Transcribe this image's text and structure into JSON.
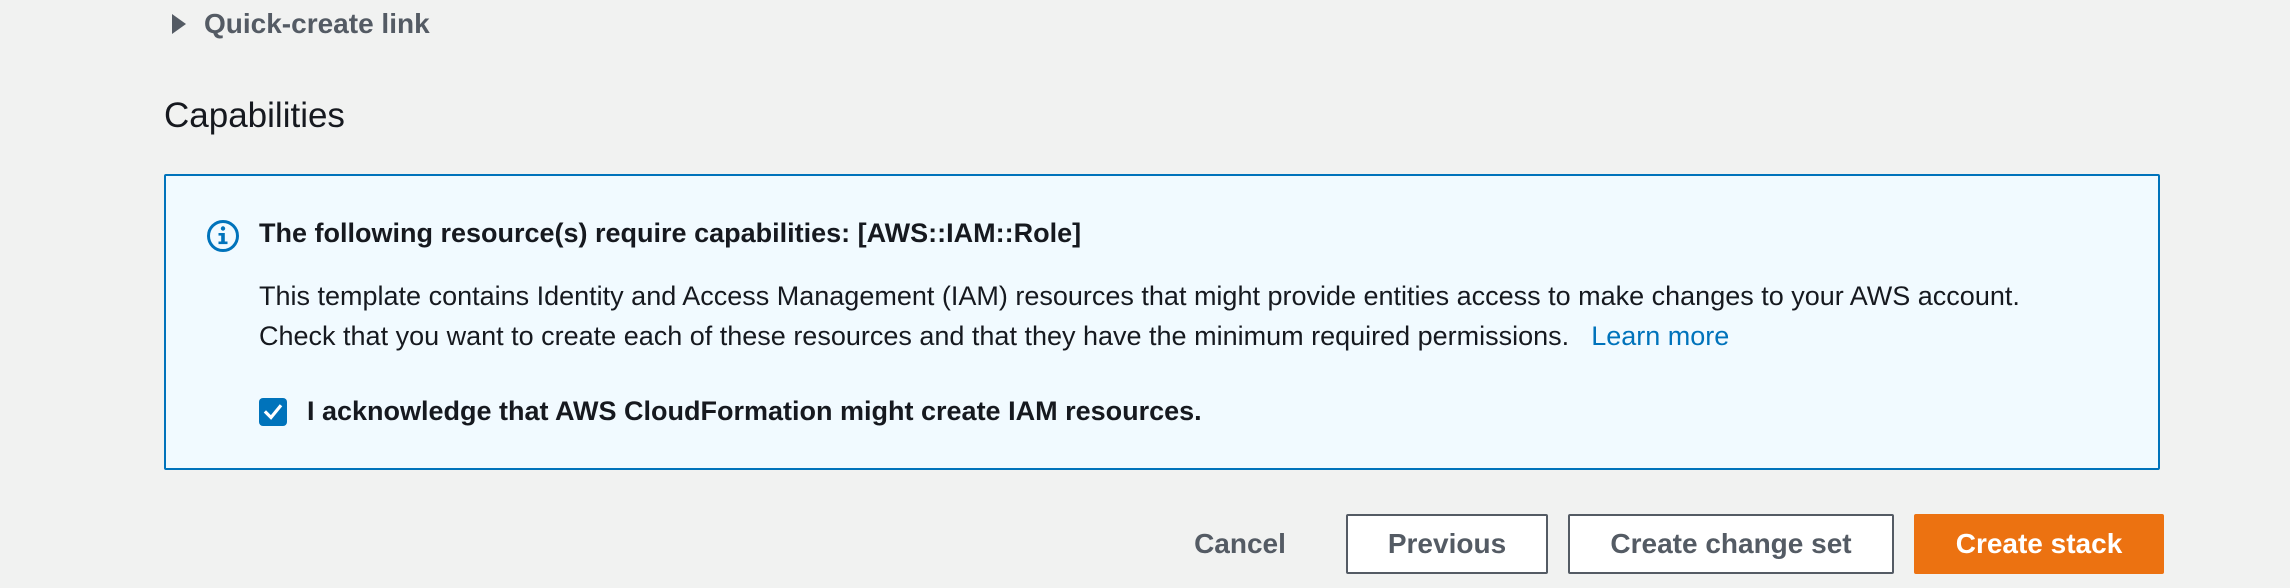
{
  "quick_create": {
    "label": "Quick-create link",
    "icon": "caret-right-icon"
  },
  "capabilities": {
    "title": "Capabilities",
    "alert": {
      "icon": "info-icon",
      "heading": "The following resource(s) require capabilities: [AWS::IAM::Role]",
      "line1": "This template contains Identity and Access Management (IAM) resources that might provide entities access to make changes to your AWS account.",
      "line2": "Check that you want to create each of these resources and that they have the minimum required permissions.",
      "learn_more": "Learn more",
      "acknowledge_label": "I acknowledge that AWS CloudFormation might create IAM resources.",
      "acknowledge_checked": true
    }
  },
  "actions": {
    "cancel": "Cancel",
    "previous": "Previous",
    "create_change_set": "Create change set",
    "create_stack": "Create stack"
  },
  "colors": {
    "primary": "#ec7211",
    "link": "#0073bb",
    "info_background": "#f1faff",
    "page_background": "#f1f2f1"
  }
}
